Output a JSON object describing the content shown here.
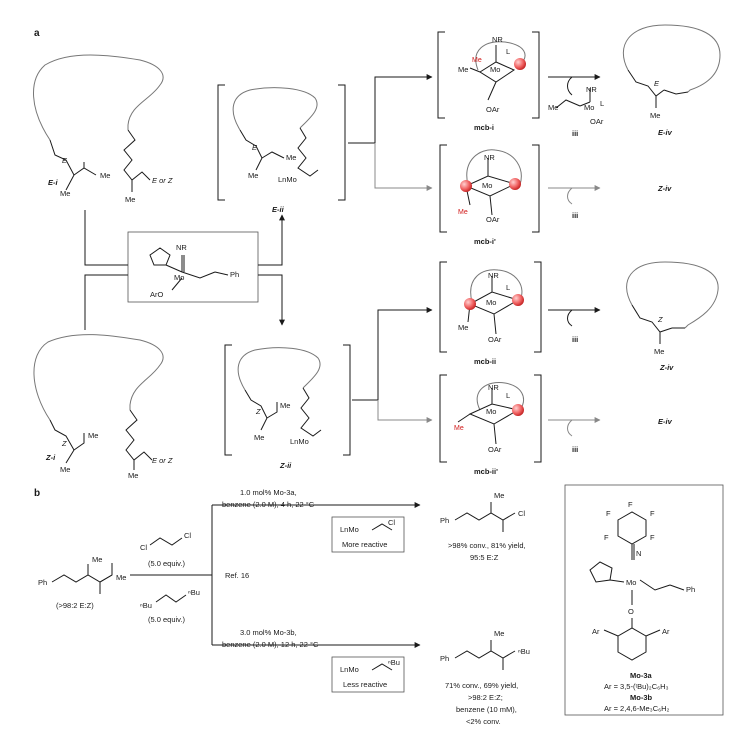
{
  "panels": {
    "a": "a",
    "b": "b"
  },
  "stereo": {
    "E": "E",
    "Z": "Z"
  },
  "substituents": {
    "me": "Me",
    "l": "L",
    "nr": "NR",
    "oar": "OAr",
    "aro": "ArO",
    "ph": "Ph",
    "mo": "Mo",
    "lnmo": "LnMo",
    "cl": "Cl",
    "nbu": "ⁿBu",
    "n": "N",
    "o": "O",
    "f": "F",
    "ar": "Ar"
  },
  "labels": {
    "Ei": "E-i",
    "Zi": "Z-i",
    "Eii": "E-ii",
    "Zii": "Z-ii",
    "EorZ": "E or Z",
    "mcbi": "mcb-i",
    "mcbip": "mcb-i'",
    "mcbii": "mcb-ii",
    "mcbiip": "mcb-ii'",
    "iii": "iii",
    "Eiv": "E-iv",
    "Ziv": "Z-iv",
    "Ziv2": "Z-iv",
    "Eiv2": "E-iv"
  },
  "scheme_b": {
    "substrate_ratio": "(>98:2 E:Z)",
    "reagent_equiv": "(5.0 equiv.)",
    "ref": "Ref. 16",
    "cond_top_1": "1.0 mol% Mo-3a,",
    "cond_top_2": "benzene (2.0 M), 4 h, 22 °C",
    "cond_bot_1": "3.0 mol% Mo-3b,",
    "cond_bot_2": "benzene (2.0 M), 12 h, 22 °C",
    "more_reactive": "More reactive",
    "less_reactive": "Less reactive",
    "result_top_1": ">98% conv., 81% yield,",
    "result_top_2": "95:5 E:Z",
    "result_bot_1": "71% conv., 69% yield,",
    "result_bot_2": ">98:2 E:Z;",
    "result_bot_3": "benzene (10 mM),",
    "result_bot_4": "<2% conv.",
    "cat_a": "Mo-3a",
    "cat_a_ar": "Ar = 3,5-(ᵗBu)₂C₆H₃",
    "cat_b": "Mo-3b",
    "cat_b_ar": "Ar = 2,4,6-Me₃C₆H₂"
  }
}
